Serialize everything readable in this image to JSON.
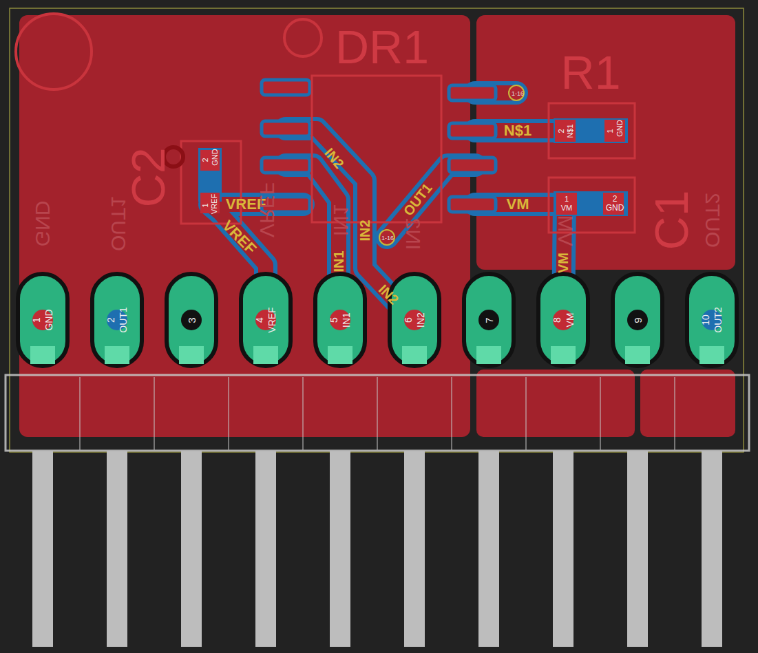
{
  "diagram": {
    "labels": [
      "DR1",
      "R1",
      "C2",
      "C1",
      "1-16",
      "1-16",
      "N$1",
      "VM",
      "VREF",
      "VREF",
      "IN2",
      "OUT1",
      "IN2",
      "IN1",
      "IN2",
      "VM",
      "2",
      "GND",
      "1",
      "VREF",
      "2",
      "N$1",
      "1",
      "GND",
      "1",
      "VM",
      "2",
      "GND",
      "1",
      "GND",
      "2",
      "OUT1",
      "3",
      "4",
      "VREF",
      "5",
      "IN1",
      "6",
      "IN2",
      "7",
      "8",
      "VM",
      "9",
      "10",
      "OUT2",
      "GND",
      "OUT1",
      "VREF",
      "IN1",
      "IN2",
      "VM",
      "OUT2"
    ]
  }
}
